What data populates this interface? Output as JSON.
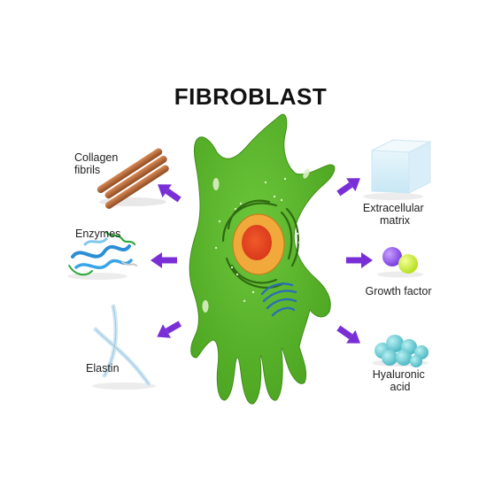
{
  "title": "FIBROBLAST",
  "colors": {
    "cell": "#5cb62c",
    "cell_dark": "#3f8e17",
    "nucleus_outer": "#f1a93b",
    "nucleus_inner": "#e8441f",
    "arrow": "#7a2fd6"
  },
  "products": [
    {
      "id": "collagen",
      "lines": [
        "Collagen",
        "fibrils"
      ],
      "icon": "collagen-fibrils-icon"
    },
    {
      "id": "enzymes",
      "lines": [
        "Enzymes"
      ],
      "icon": "enzyme-protein-icon"
    },
    {
      "id": "elastin",
      "lines": [
        "Elastin"
      ],
      "icon": "elastin-fiber-icon"
    },
    {
      "id": "ecm",
      "lines": [
        "Extracellular",
        "matrix"
      ],
      "icon": "matrix-cube-icon"
    },
    {
      "id": "growth",
      "lines": [
        "Growth factor"
      ],
      "icon": "growth-factor-spheres-icon"
    },
    {
      "id": "hyaluronic",
      "lines": [
        "Hyaluronic",
        "acid"
      ],
      "icon": "hyaluronic-acid-icon"
    }
  ]
}
